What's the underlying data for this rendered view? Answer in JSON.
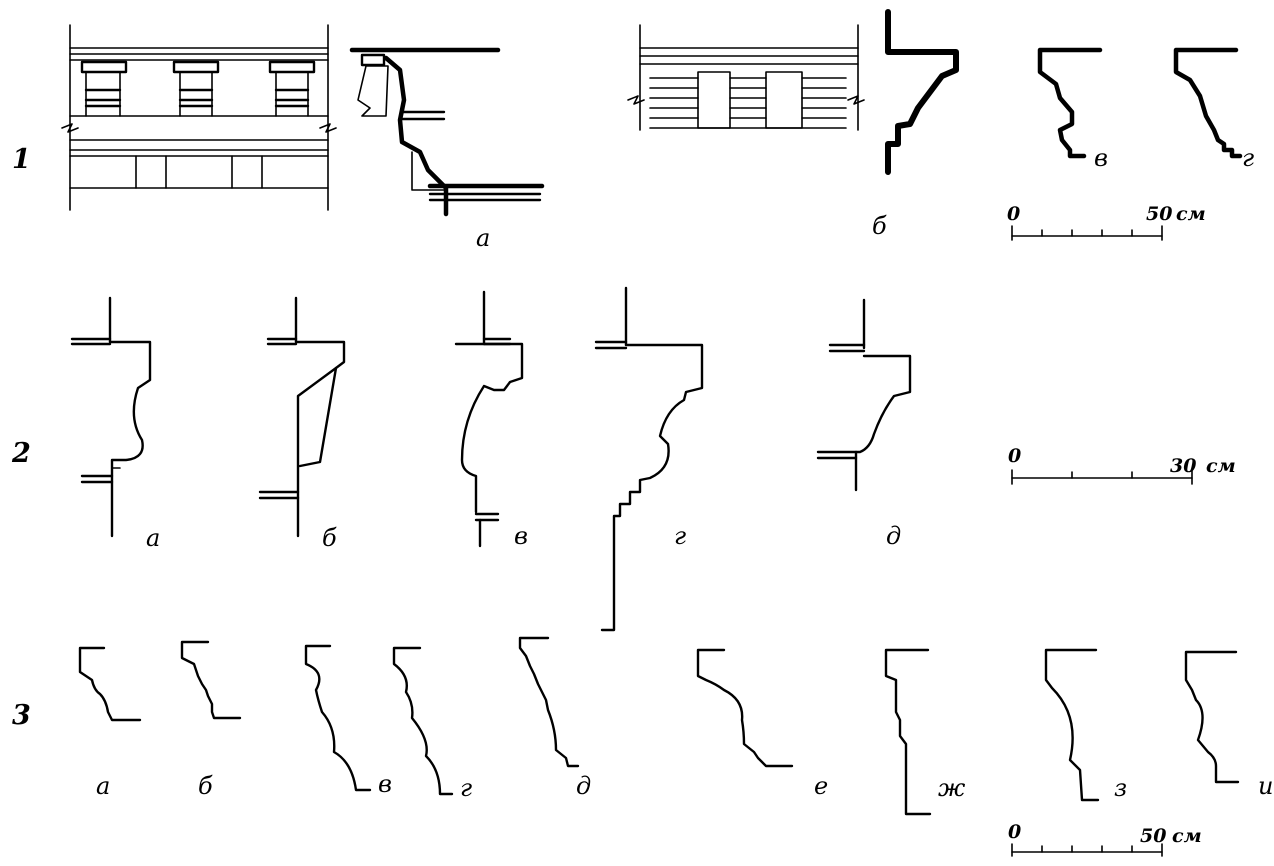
{
  "rows": [
    "1",
    "2",
    "3"
  ],
  "row1": {
    "labels": [
      "а",
      "б",
      "в",
      "г"
    ],
    "scale": {
      "zero": "0",
      "max": "50",
      "unit": "см"
    }
  },
  "row2": {
    "labels": [
      "а",
      "б",
      "в",
      "г",
      "д"
    ],
    "scale": {
      "zero": "0",
      "max": "30",
      "unit": "см"
    }
  },
  "row3": {
    "labels": [
      "а",
      "б",
      "в",
      "г",
      "д",
      "е",
      "ж",
      "з",
      "и"
    ],
    "scale": {
      "zero": "0",
      "max": "50",
      "unit": "см"
    }
  }
}
